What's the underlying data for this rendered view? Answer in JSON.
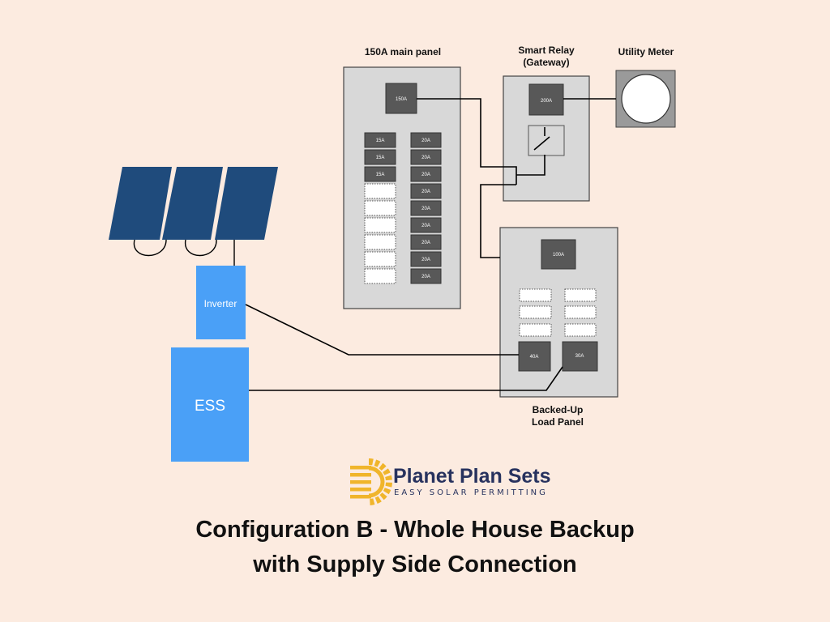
{
  "labels": {
    "main_panel": "150A main panel",
    "smart_relay_line1": "Smart Relay",
    "smart_relay_line2": "(Gateway)",
    "utility_meter": "Utility Meter",
    "backed_up_line1": "Backed-Up",
    "backed_up_line2": "Load Panel",
    "inverter": "Inverter",
    "ess": "ESS"
  },
  "main_panel": {
    "main_breaker": "150A",
    "left_breakers": [
      "15A",
      "15A",
      "15A",
      "",
      "",
      "",
      "",
      "",
      ""
    ],
    "right_breakers": [
      "20A",
      "20A",
      "20A",
      "20A",
      "20A",
      "20A",
      "20A",
      "20A",
      "20A"
    ]
  },
  "smart_relay": {
    "breaker": "200A"
  },
  "load_panel": {
    "main_breaker": "100A",
    "breaker_left": "40A",
    "breaker_right": "30A"
  },
  "brand": {
    "name": "Planet Plan Sets",
    "tagline": "EASY SOLAR PERMITTING"
  },
  "title": {
    "line1": "Configuration B - Whole House Backup",
    "line2": "with Supply Side Connection"
  },
  "colors": {
    "background": "#fcebe0",
    "panel": "#d8d8d8",
    "breaker": "#585858",
    "device_blue": "#4aa0f7",
    "solar_blue": "#1f4b7c",
    "brand_navy": "#27325e",
    "brand_gold": "#f0b52b"
  }
}
